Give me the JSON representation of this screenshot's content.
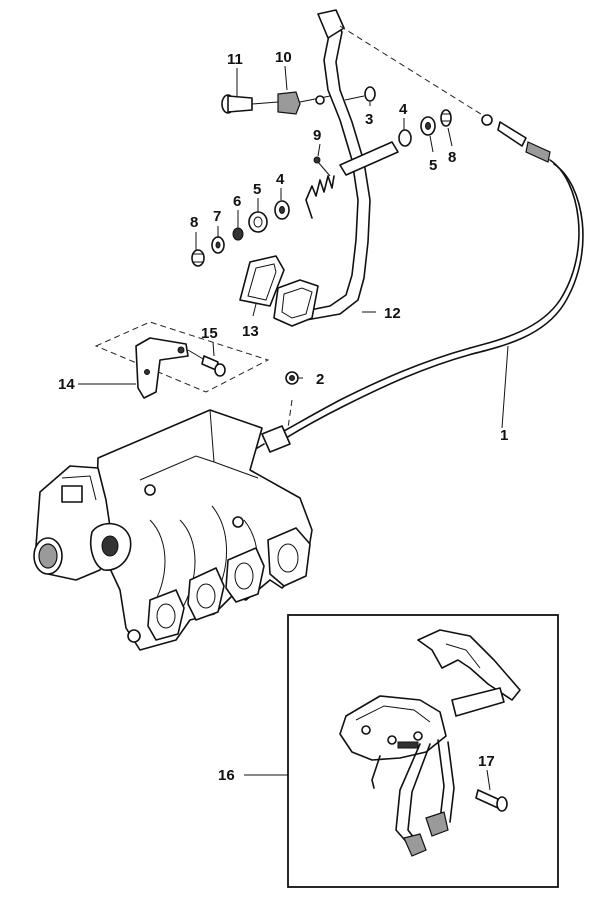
{
  "callouts": {
    "c1": "1",
    "c2": "2",
    "c3": "3",
    "c4a": "4",
    "c4b": "4",
    "c5a": "5",
    "c5b": "5",
    "c6": "6",
    "c7": "7",
    "c8a": "8",
    "c8b": "8",
    "c9": "9",
    "c10": "10",
    "c11": "11",
    "c12": "12",
    "c13": "13",
    "c14": "14",
    "c15": "15",
    "c16": "16",
    "c17": "17"
  }
}
